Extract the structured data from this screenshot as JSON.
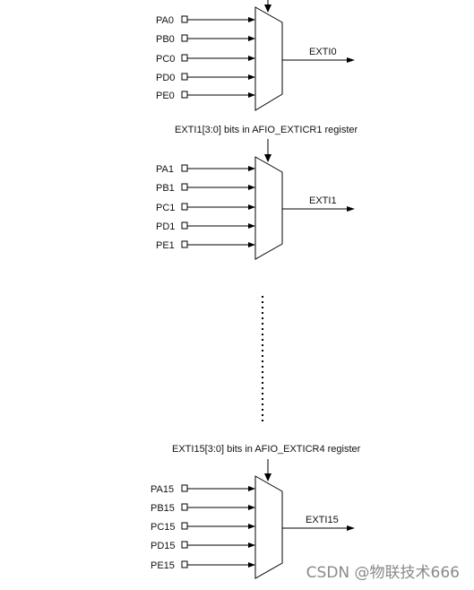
{
  "groups": [
    {
      "register_label": "",
      "pins": [
        "PA0",
        "PB0",
        "PC0",
        "PD0",
        "PE0"
      ],
      "output": "EXTI0"
    },
    {
      "register_label": "EXTI1[3:0] bits in AFIO_EXTICR1 register",
      "pins": [
        "PA1",
        "PB1",
        "PC1",
        "PD1",
        "PE1"
      ],
      "output": "EXTI1"
    },
    {
      "register_label": "EXTI15[3:0] bits in AFIO_EXTICR4 register",
      "pins": [
        "PA15",
        "PB15",
        "PC15",
        "PD15",
        "PE15"
      ],
      "output": "EXTI15"
    }
  ],
  "watermark": "CSDN @物联技术666"
}
